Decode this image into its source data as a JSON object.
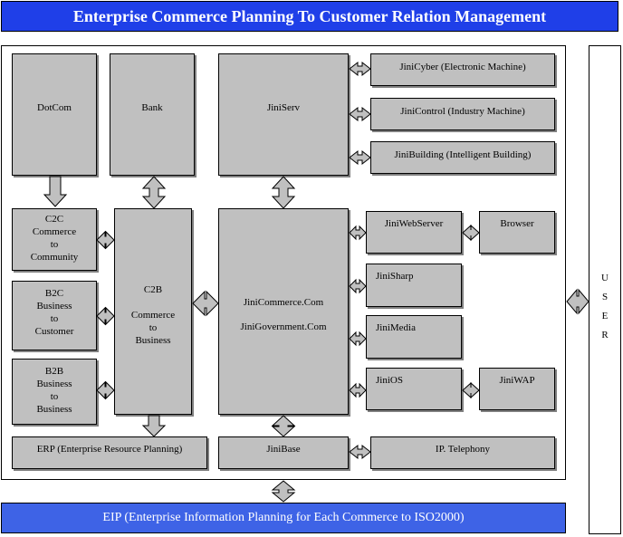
{
  "title": "Enterprise Commerce Planning To Customer Relation Management",
  "eip": "EIP (Enterprise Information Planning for Each Commerce to ISO2000)",
  "user": [
    "U",
    "S",
    "E",
    "R"
  ],
  "boxes": {
    "dotcom": "DotCom",
    "bank": "Bank",
    "jiniserv": "JiniServ",
    "jinicyber": "JiniCyber (Electronic Machine)",
    "jinicontrol": "JiniControl (Industry Machine)",
    "jinibuilding": "JiniBuilding (Intelligent Building)",
    "c2c": [
      "C2C",
      "Commerce",
      "to",
      "Community"
    ],
    "b2c": [
      "B2C",
      "Business",
      "to",
      "Customer"
    ],
    "b2b": [
      "B2B",
      "Business",
      "to",
      "Business"
    ],
    "c2b": [
      "C2B",
      "Commerce",
      "to",
      "Business"
    ],
    "jinicommerce": "JiniCommerce.Com",
    "jinigovernment": "JiniGovernment.Com",
    "jiniwebserver": "JiniWebServer",
    "browser": "Browser",
    "jinisharp": "JiniSharp",
    "jinimedia": "JiniMedia",
    "jinios": "JiniOS",
    "jiniwap": "JiniWAP",
    "erp": "ERP (Enterprise Resource Planning)",
    "jinibase": "JiniBase",
    "iptelephony": "IP. Telephony"
  }
}
